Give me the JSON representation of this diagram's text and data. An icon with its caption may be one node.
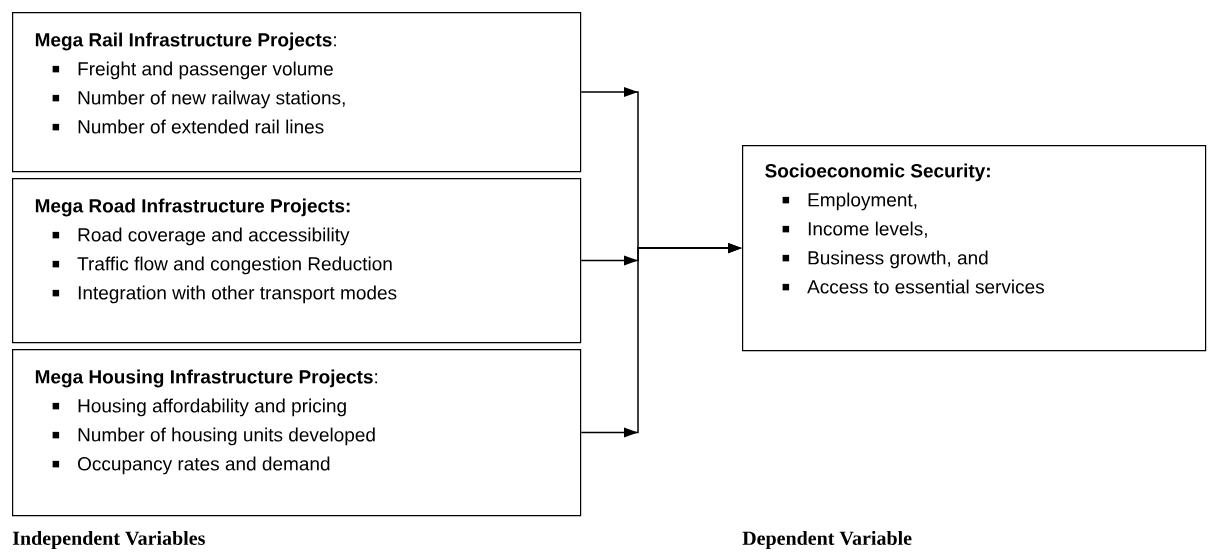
{
  "diagram": {
    "nodes": [
      {
        "text": [
          "**Mega Rail Infrastructure Projects**:",
          "Freight and passenger volume",
          "Number of new railway stations,",
          "Number of extended rail lines"
        ]
      },
      {
        "text": [
          "Mega Road Infrastructure Projects:",
          "Road coverage and accessibility",
          "Traffic flow and congestion Reduction",
          "Integration with other transport modes"
        ]
      },
      {
        "text": [
          "**Mega Housing Infrastructure Projects**:",
          "Housing affordability and pricing",
          "Number of housing units developed",
          "Occupancy rates and demand"
        ]
      },
      {
        "text": [
          "Socioeconomic Security:",
          "Employment,",
          "Income levels,",
          "Business growth, and",
          "Access to essential services"
        ]
      }
    ],
    "edges": [
      {
        "from": 0,
        "to": 3,
        "arrow": "to"
      },
      {
        "from": 1,
        "to": 3,
        "arrow": "to"
      },
      {
        "from": 2,
        "to": 3,
        "arrow": "to"
      }
    ],
    "labels": [
      "Independent Variables",
      "Dependent Variable"
    ]
  }
}
